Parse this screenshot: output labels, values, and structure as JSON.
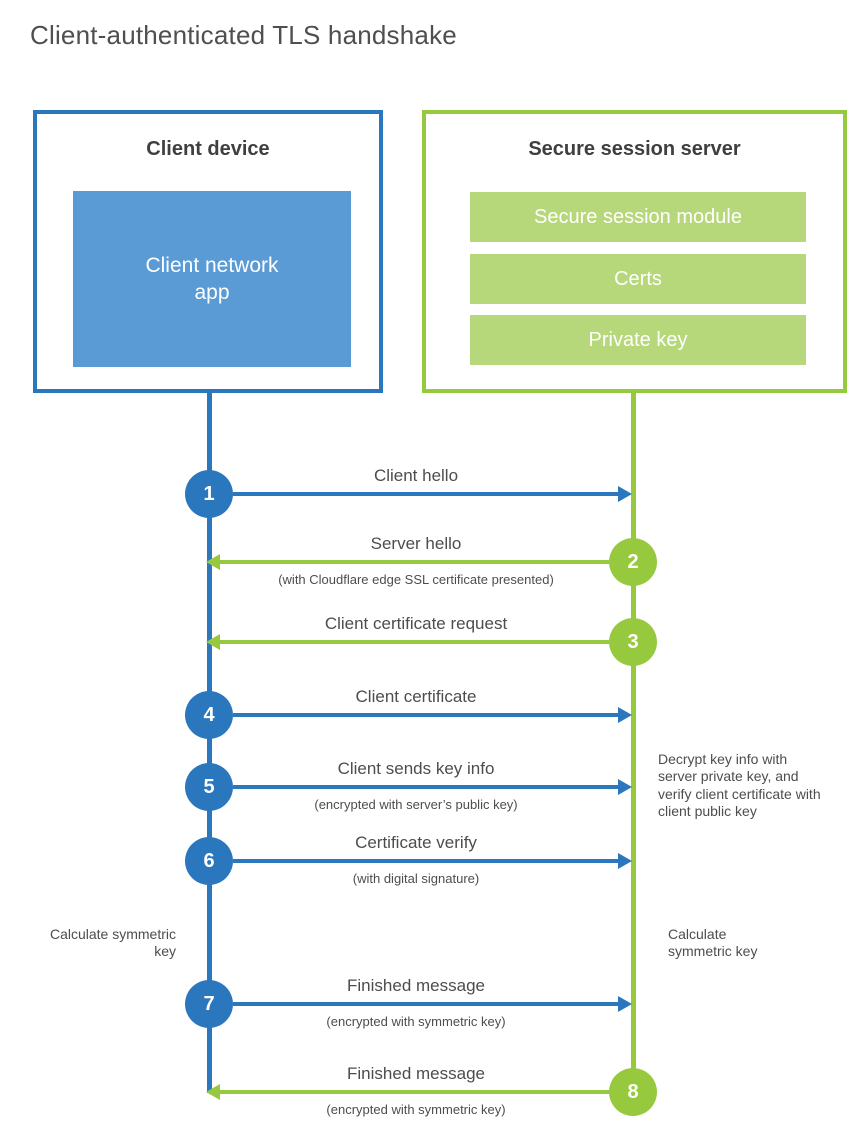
{
  "title": "Client-authenticated TLS handshake",
  "colors": {
    "blue": "#2b77bd",
    "blue_fill": "#5b9bd5",
    "green": "#97c93e",
    "green_fill": "#b7d77b"
  },
  "client_box": {
    "title": "Client device",
    "app_label": "Client network app"
  },
  "server_box": {
    "title": "Secure session server",
    "modules": [
      "Secure session module",
      "Certs",
      "Private key"
    ]
  },
  "steps": [
    {
      "number": "1",
      "label": "Client hello",
      "sublabel": "",
      "direction": "right",
      "color": "blue"
    },
    {
      "number": "2",
      "label": "Server hello",
      "sublabel": "(with Cloudflare edge SSL certificate presented)",
      "direction": "left",
      "color": "green"
    },
    {
      "number": "3",
      "label": "Client certificate request",
      "sublabel": "",
      "direction": "left",
      "color": "green"
    },
    {
      "number": "4",
      "label": "Client certificate",
      "sublabel": "",
      "direction": "right",
      "color": "blue"
    },
    {
      "number": "5",
      "label": "Client sends key info",
      "sublabel": "(encrypted with server’s public key)",
      "direction": "right",
      "color": "blue"
    },
    {
      "number": "6",
      "label": "Certificate verify",
      "sublabel": "(with digital signature)",
      "direction": "right",
      "color": "blue"
    },
    {
      "number": "7",
      "label": "Finished message",
      "sublabel": "(encrypted with symmetric key)",
      "direction": "right",
      "color": "blue"
    },
    {
      "number": "8",
      "label": "Finished message",
      "sublabel": "(encrypted with symmetric key)",
      "direction": "left",
      "color": "green"
    }
  ],
  "annotations": {
    "calculate_left": "Calculate symmetric key",
    "calculate_right": "Calculate symmetric key",
    "decrypt_note": "Decrypt key info with server private key, and verify client certificate with client public key"
  }
}
